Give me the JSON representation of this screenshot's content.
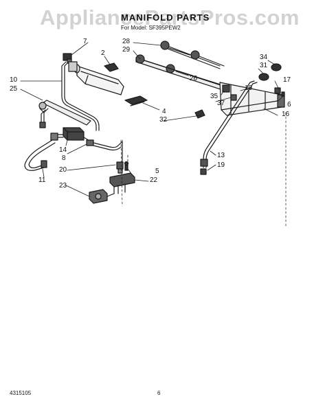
{
  "watermark": "AppliancePartsPros.com",
  "title": "MANIFOLD PARTS",
  "subtitle": "For Model: SF395PEW2",
  "doc_number": "4315105",
  "page_number": "6",
  "callouts": {
    "c7": "7",
    "c2": "2",
    "c10": "10",
    "c25": "25",
    "c14": "14",
    "c8": "8",
    "c20": "20",
    "c11": "11",
    "c23": "23",
    "c5": "5",
    "c22": "22",
    "c4": "4",
    "c32": "32",
    "c28": "28",
    "c29": "29",
    "c26": "26",
    "c34": "34",
    "c31": "31",
    "c17": "17",
    "c19a": "19",
    "c35": "35",
    "c37": "37",
    "c6": "6",
    "c16": "16",
    "c13": "13",
    "c19b": "19"
  }
}
